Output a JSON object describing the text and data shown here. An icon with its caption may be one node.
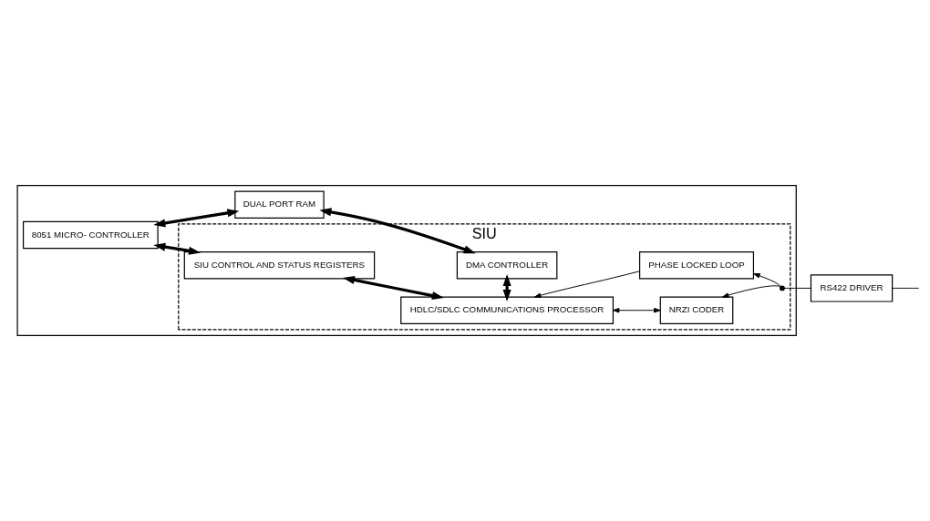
{
  "diagram": {
    "nodes": [
      {
        "text": [],
        "shape": "box"
      },
      {
        "text": [
          "SIU"
        ],
        "in": 0
      },
      {
        "text": [
          "8051 MICRO- CONTROLLER"
        ],
        "in": 0
      },
      {
        "text": [
          "SIU CONTROL AND STATUS REGISTERS"
        ],
        "in": 1
      },
      {
        "text": [
          "HDLC/SDLC COMMUNICATIONS PROCESSOR"
        ],
        "in": 1
      },
      {
        "text": [
          "NRZI CODER"
        ],
        "in": 1
      },
      {
        "text": [
          "PHASE LOCKED LOOP"
        ],
        "in": 1
      },
      {
        "text": [
          "DMA CONTROLLER"
        ],
        "in": 1
      },
      {
        "text": [
          "DUAL PORT RAM"
        ],
        "in": 0
      },
      {
        "text": [
          "RS422 DRIVER"
        ]
      },
      {
        "text": [],
        "shape": "circle",
        "in": 1
      }
    ],
    "edges": [
      {
        "from": 2,
        "to": 3,
        "arrow": "both",
        "style": "thick"
      },
      {
        "from": 3,
        "to": 4,
        "arrow": "both",
        "style": "thick"
      },
      {
        "from": 4,
        "to": 5,
        "arrow": "both"
      },
      {
        "from": 6,
        "to": 4,
        "arrow": "to"
      },
      {
        "from": 10,
        "to": 5,
        "arrow": "to"
      },
      {
        "from": 10,
        "to": 6,
        "arrow": "to"
      },
      {
        "from": 10,
        "to": 9,
        "arrow": "none"
      },
      {
        "from": 9,
        "to": null,
        "arrow": "none"
      },
      {
        "from": 4,
        "to": 7,
        "arrow": "both",
        "style": "thick"
      },
      {
        "from": 2,
        "to": 8,
        "arrow": "both",
        "style": "thick"
      },
      {
        "from": 8,
        "to": 7,
        "arrow": "both",
        "style": "thick"
      }
    ]
  }
}
